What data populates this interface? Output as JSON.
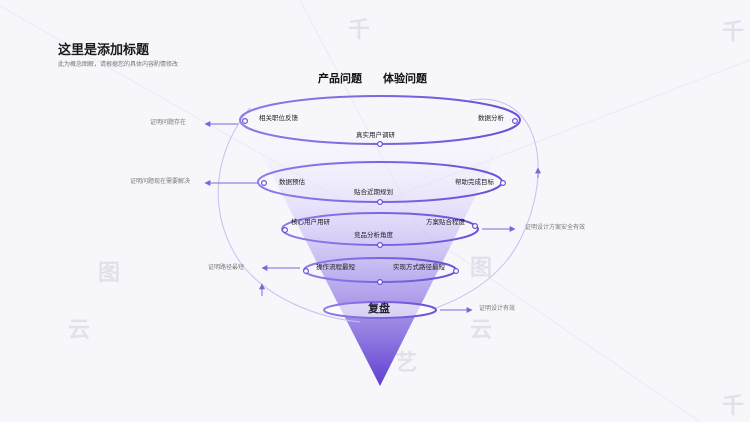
{
  "title": "这里是添加标题",
  "subtitle": "此为概念图解，请根据您的具体内容酌情修改",
  "headers": [
    "产品问题",
    "体验问题"
  ],
  "rings": [
    {
      "left": "相关职位反馈",
      "right": "数据分析",
      "bottom": "真实用户调研"
    },
    {
      "left": "数据预估",
      "right": "帮助完成目标",
      "bottom": "贴合近期规划"
    },
    {
      "left": "核心用户用研",
      "right": "方案贴合程度",
      "bottom": "竞品分析角度"
    },
    {
      "left": "操作流程最短",
      "right": "实现方式路径最短",
      "bottom": ""
    }
  ],
  "center_label": "复盘",
  "side_labels": [
    "证明问题存在",
    "证明问题现在需要解决",
    "证明设计方案安全有效",
    "证明路径最短",
    "证明设计有效"
  ],
  "watermark": [
    "千",
    "图",
    "云",
    "艺",
    "千",
    "云",
    "图",
    "千"
  ],
  "colors": {
    "accent": "#6b4fd8",
    "funnel_top": "#b9a6f5",
    "funnel_bottom": "#6a49d4",
    "arrow": "#7a68d8"
  }
}
